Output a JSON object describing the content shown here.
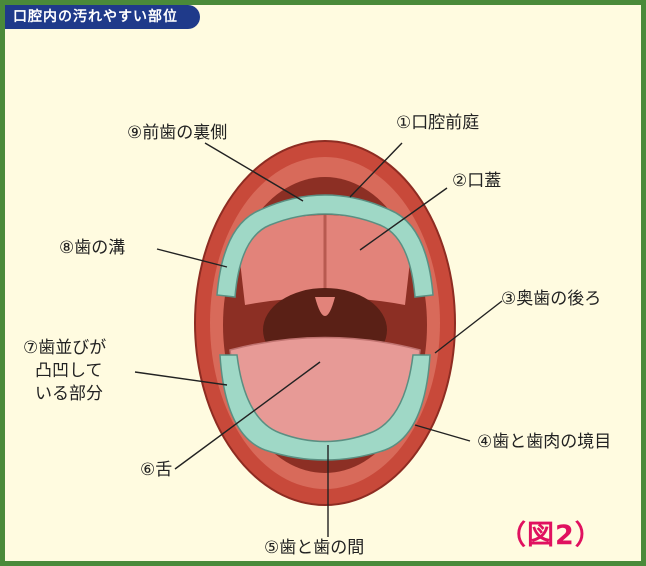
{
  "title": "口腔内の汚れやすい部位",
  "labels": {
    "l1": "①口腔前庭",
    "l2": "②口蓋",
    "l3": "③奥歯の後ろ",
    "l4": "④歯と歯肉の境目",
    "l5": "⑤歯と歯の間",
    "l6": "⑥舌",
    "l7_line1": "⑦歯並びが",
    "l7_line2": "凸凹して",
    "l7_line3": "いる部分",
    "l8": "⑧歯の溝",
    "l9": "⑨前歯の裏側"
  },
  "figure_tag": "（図2）",
  "colors": {
    "frame": "#4a8a3a",
    "background": "#fffbe0",
    "title_bar": "#1f3a8a",
    "lips": "#c8493a",
    "teeth": "#9fd8c6",
    "tongue": "#e79a96",
    "throat": "#5a2016",
    "figure_tag": "#e0115f"
  }
}
